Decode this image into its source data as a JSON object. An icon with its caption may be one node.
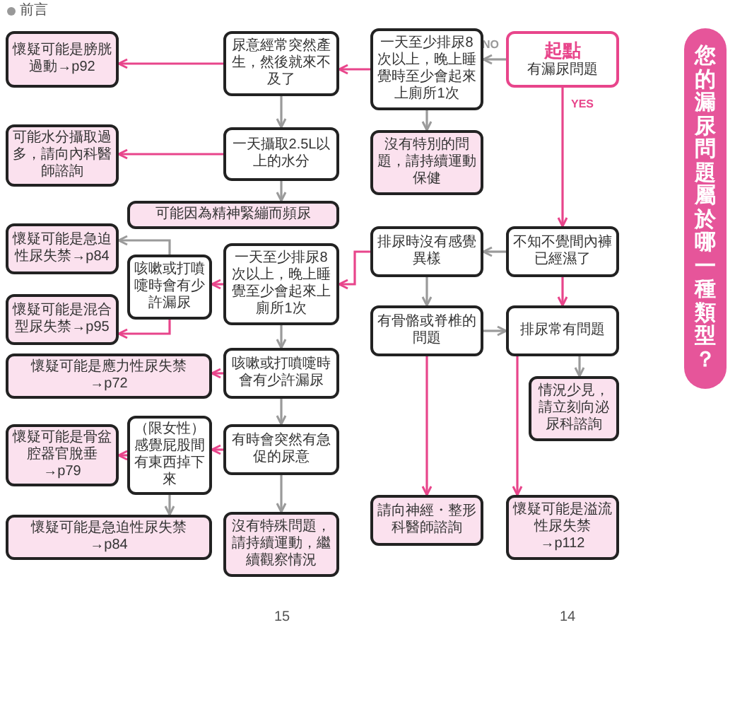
{
  "diagram": {
    "title": "您的漏尿問題屬於哪一種類型？",
    "nodes": [
      {
        "text": [
          "起點",
          "有漏尿問題"
        ]
      },
      {
        "text": [
          "一天至少排尿8次以上，晚上睡覺時至少會起來上廁所1次"
        ]
      },
      {
        "text": [
          "沒有特別的問題，請持續運動保健"
        ]
      },
      {
        "text": [
          "不知不覺間內褲已經濕了"
        ]
      },
      {
        "text": [
          "排尿時沒有感覺異樣"
        ]
      },
      {
        "text": [
          "有骨骼或脊椎的問題"
        ]
      },
      {
        "text": [
          "排尿常有問題"
        ]
      },
      {
        "text": [
          "情況少見，請立刻向泌尿科諮詢"
        ]
      },
      {
        "text": [
          "請向神經・整形科醫師諮詢"
        ]
      },
      {
        "text": [
          "懷疑可能是溢流性尿失禁→p112"
        ]
      },
      {
        "text": [
          "尿意經常突然產生，然後就來不及了"
        ]
      },
      {
        "text": [
          "懷疑可能是膀胱過動→p92"
        ]
      },
      {
        "text": [
          "一天攝取2.5L以上的水分"
        ]
      },
      {
        "text": [
          "可能水分攝取過多，請向內科醫師諮詢"
        ]
      },
      {
        "text": [
          "可能因為精神緊繃而頻尿"
        ]
      },
      {
        "text": [
          "一天至少排尿8次以上，晚上睡覺至少會起來上廁所1次"
        ]
      },
      {
        "text": [
          "咳嗽或打噴嚏時會有少許漏尿"
        ]
      },
      {
        "text": [
          "懷疑可能是急迫性尿失禁→p84"
        ]
      },
      {
        "text": [
          "懷疑可能是混合型尿失禁→p95"
        ]
      },
      {
        "text": [
          "咳嗽或打噴嚏時會有少許漏尿"
        ]
      },
      {
        "text": [
          "懷疑可能是應力性尿失禁→p72"
        ]
      },
      {
        "text": [
          "有時會突然有急促的尿意"
        ]
      },
      {
        "text": [
          "（限女性）感覺屁股間有東西掉下來"
        ]
      },
      {
        "text": [
          "懷疑可能是骨盆腔器官脫垂→p79"
        ]
      },
      {
        "text": [
          "懷疑可能是急迫性尿失禁→p84"
        ]
      },
      {
        "text": [
          "沒有特殊問題，請持續運動，繼續觀察情況"
        ]
      }
    ],
    "edges": [
      {
        "from": 0,
        "to": 1,
        "arrow": "to",
        "label": "NO"
      },
      {
        "from": 0,
        "to": 3,
        "arrow": "to",
        "label": "YES",
        "color": "#e8458b"
      },
      {
        "from": 1,
        "to": 2,
        "arrow": "to"
      },
      {
        "from": 1,
        "to": 10,
        "arrow": "to",
        "color": "#e8458b"
      },
      {
        "from": 10,
        "to": 11,
        "arrow": "to",
        "color": "#e8458b"
      },
      {
        "from": 10,
        "to": 12,
        "arrow": "to"
      },
      {
        "from": 12,
        "to": 13,
        "arrow": "to",
        "color": "#e8458b"
      },
      {
        "from": 12,
        "to": 14,
        "arrow": "to"
      },
      {
        "from": 3,
        "to": 4,
        "arrow": "to"
      },
      {
        "from": 3,
        "to": 6,
        "arrow": "to",
        "color": "#e8458b"
      },
      {
        "from": 4,
        "to": 5,
        "arrow": "to"
      },
      {
        "from": 5,
        "to": 6,
        "arrow": "to"
      },
      {
        "from": 5,
        "to": 8,
        "arrow": "to",
        "color": "#e8458b"
      },
      {
        "from": 6,
        "to": 7,
        "arrow": "to"
      },
      {
        "from": 6,
        "to": 9,
        "arrow": "to",
        "color": "#e8458b"
      },
      {
        "from": 4,
        "to": 15,
        "arrow": "to",
        "color": "#e8458b"
      },
      {
        "from": 15,
        "to": 16,
        "arrow": "to",
        "color": "#e8458b"
      },
      {
        "from": 16,
        "to": 17,
        "arrow": "to"
      },
      {
        "from": 16,
        "to": 18,
        "arrow": "to",
        "color": "#e8458b"
      },
      {
        "from": 15,
        "to": 19,
        "arrow": "to"
      },
      {
        "from": 19,
        "to": 20,
        "arrow": "to",
        "color": "#e8458b"
      },
      {
        "from": 19,
        "to": 21,
        "arrow": "to"
      },
      {
        "from": 21,
        "to": 22,
        "arrow": "to",
        "color": "#e8458b"
      },
      {
        "from": 22,
        "to": 23,
        "arrow": "to",
        "color": "#e8458b"
      },
      {
        "from": 22,
        "to": 24,
        "arrow": "to"
      },
      {
        "from": 21,
        "to": 25,
        "arrow": "to"
      }
    ],
    "labels": [
      "前言",
      "15",
      "14"
    ]
  }
}
